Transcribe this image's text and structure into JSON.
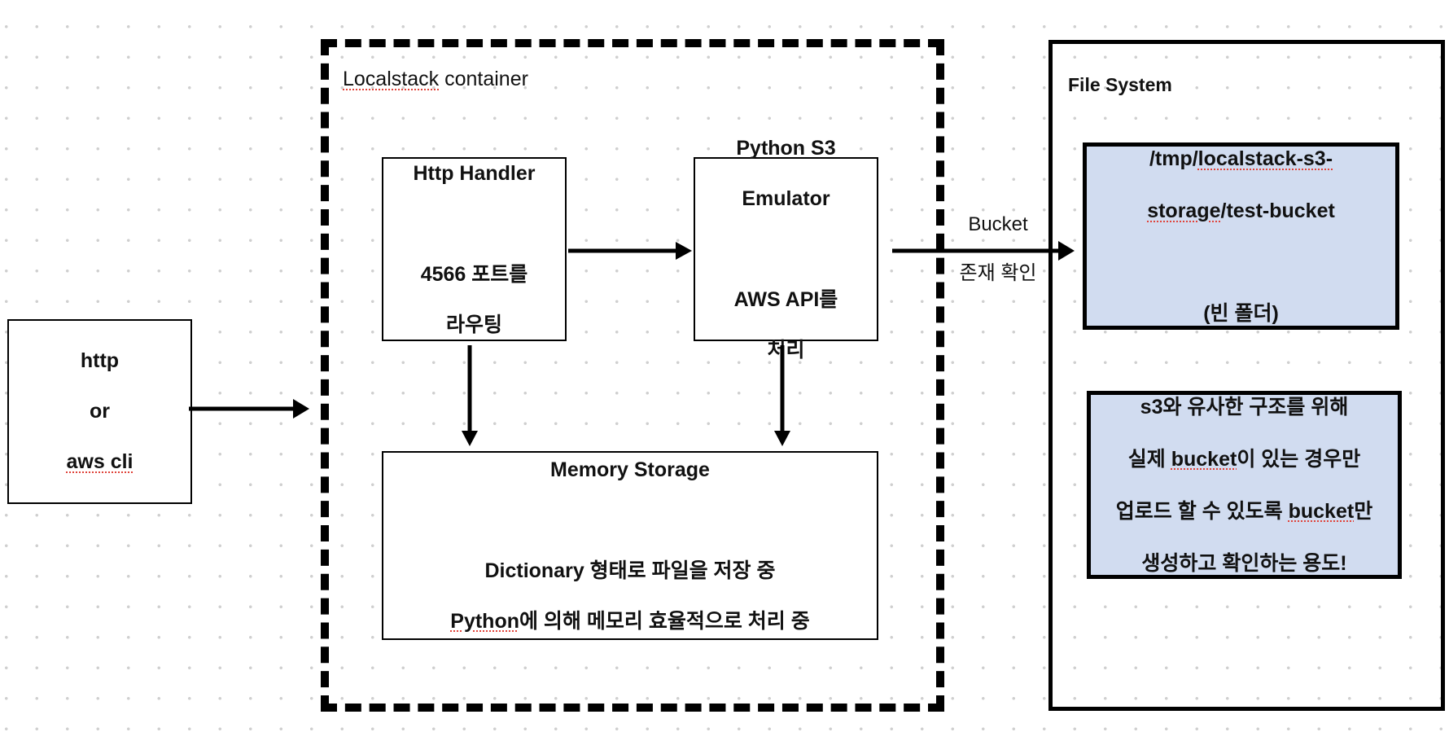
{
  "client": {
    "lines": [
      "http",
      "or",
      "aws cli"
    ]
  },
  "localstack": {
    "title_word1": "Localstack",
    "title_word2": "container",
    "http_handler": {
      "title": "Http Handler",
      "desc_line1": "4566 포트를",
      "desc_line2": "라우팅"
    },
    "s3_emulator": {
      "title_line1": "Python S3",
      "title_line2": "Emulator",
      "desc_line1": "AWS API를",
      "desc_line2": "처리"
    },
    "memory_storage": {
      "title": "Memory Storage",
      "desc_line1": "Dictionary 형태로 파일을 저장 중",
      "desc_line2_word": "Python",
      "desc_line2_rest": "에 의해 메모리 효율적으로 처리 중"
    }
  },
  "edge_bucket_check": {
    "line1": "Bucket",
    "line2": "존재 확인"
  },
  "file_system": {
    "title": "File System",
    "bucket_path": {
      "line1_pre": "/tmp/",
      "line1_word": "localstack-s3-",
      "line2_word": "storage",
      "line2_rest": "/test-bucket",
      "note": "(빈 폴더)"
    },
    "explanation": {
      "line1": "s3와 유사한 구조를 위해",
      "line2_pre": "실제 ",
      "line2_word": "bucket",
      "line2_rest": "이 있는 경우만",
      "line3_pre": "업로드 할 수 있도록 ",
      "line3_word": "bucket",
      "line3_rest": "만",
      "line4": "생성하고 확인하는 용도!"
    }
  },
  "colors": {
    "note_fill": "#d1dcf0",
    "stroke": "#000000",
    "grid_dot": "#cfcfcf",
    "spellcheck": "#e0433a"
  }
}
